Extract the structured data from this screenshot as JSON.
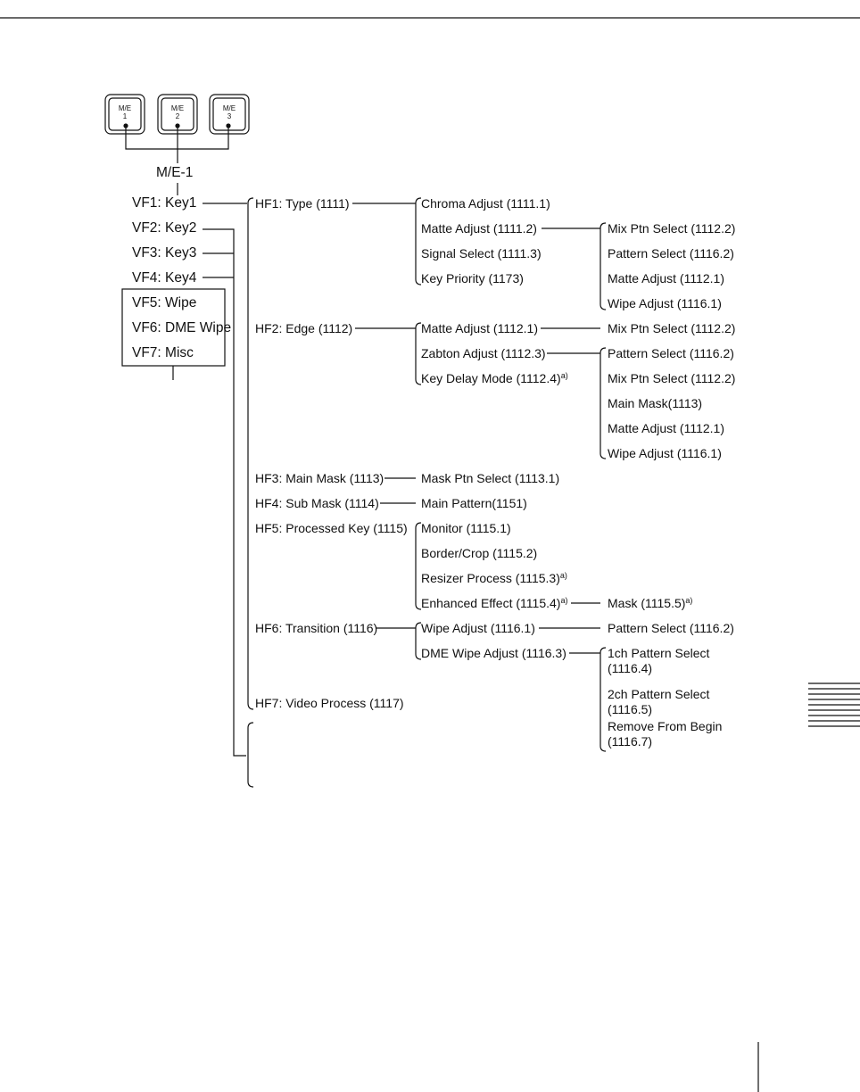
{
  "buttons": [
    {
      "top": "M/E",
      "bottom": "1"
    },
    {
      "top": "M/E",
      "bottom": "2"
    },
    {
      "top": "M/E",
      "bottom": "3"
    }
  ],
  "me_label": "M/E-1",
  "vf": [
    "VF1: Key1",
    "VF2: Key2",
    "VF3: Key3",
    "VF4: Key4",
    "VF5: Wipe",
    "VF6: DME Wipe",
    "VF7: Misc"
  ],
  "hf": [
    "HF1: Type (1111)",
    "HF2: Edge (1112)",
    "HF3: Main Mask (1113)",
    "HF4: Sub Mask (1114)",
    "HF5: Processed Key (1115)",
    "HF6: Transition (1116)",
    "HF7: Video Process (1117)"
  ],
  "col3": {
    "chroma": "Chroma Adjust (1111.1)",
    "matte1": "Matte Adjust (1111.2)",
    "signal": "Signal Select (1111.3)",
    "keyprio": "Key Priority (1173)",
    "matte2": "Matte Adjust (1112.1)",
    "zabton": "Zabton Adjust (1112.3)",
    "keydelay": "Key Delay Mode (1112.4)",
    "maskptn": "Mask Ptn Select (1113.1)",
    "mainpat": "Main Pattern(1151)",
    "monitor": "Monitor (1115.1)",
    "border": "Border/Crop (1115.2)",
    "resizer": "Resizer Process (1115.3)",
    "enhanced": "Enhanced Effect (1115.4)",
    "wipeadj": "Wipe Adjust (1116.1)",
    "dmewipe": "DME Wipe Adjust (1116.3)"
  },
  "col4": {
    "mixptn1": "Mix Ptn Select (1112.2)",
    "patsel1": "Pattern Select (1116.2)",
    "matteadj1": "Matte Adjust (1112.1)",
    "wipeadj1": "Wipe Adjust (1116.1)",
    "mixptn2": "Mix Ptn Select (1112.2)",
    "patsel2": "Pattern Select (1116.2)",
    "mixptn3": "Mix Ptn Select (1112.2)",
    "mainmask": "Main Mask(1113)",
    "matteadj2": "Matte Adjust (1112.1)",
    "wipeadj2": "Wipe Adjust (1116.1)",
    "mask": "Mask (1115.5)",
    "patsel3": "Pattern Select (1116.2)",
    "ch1a": "1ch Pattern Select",
    "ch1b": "(1116.4)",
    "ch2a": "2ch Pattern Select",
    "ch2b": "(1116.5)",
    "removea": "Remove From Begin",
    "removeb": "(1116.7)"
  },
  "footnote_mark": "a)"
}
